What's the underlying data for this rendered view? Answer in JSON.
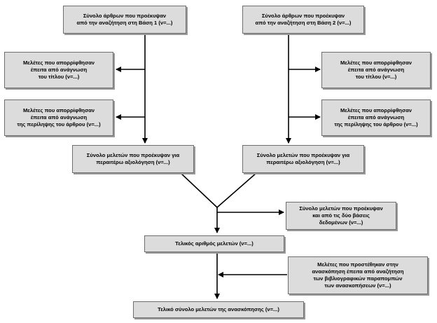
{
  "boxes": {
    "db1_total": "Σύνολο άρθρων που προέκυψαν\nαπό την αναζήτηση στη Βάση 1 (ν=...)",
    "db2_total": "Σύνολο άρθρων που προέκυψαν\nαπό την αναζήτηση στη Βάση 2 (ν=...)",
    "left_excl_title": "Μελέτες που απορρίφθησαν\nέπειτα από ανάγνωση\nτου τίτλου (ν=...)",
    "right_excl_title": "Μελέτες που απορρίφθησαν\nέπειτα από ανάγνωση\nτου τίτλου (ν=...)",
    "left_excl_abstract": "Μελέτες που απορρίφθησαν\nέπειτα από ανάγνωση\nτης περίληψης του άρθρου (ν=...)",
    "right_excl_abstract": "Μελέτες που απορρίφθησαν\nέπειτα από ανάγνωση\nτης περίληψης του άρθρου (ν=...)",
    "left_further_eval": "Σύνολο μελετών που προέκυψαν για\nπεραιτέρω αξιολόγηση  (ν=...)",
    "right_further_eval": "Σύνολο μελετών που προέκυψαν για\nπεραιτέρω αξιολόγηση  (ν=...)",
    "both_databases": "Σύνολο μελετών που προέκυψαν\nκαι από τις δύο βάσεις\nδεδομένων (ν=...)",
    "final_number": "Τελικός αριθμός μελετών  (ν=...)",
    "added_after_refs": "Μελέτες που προστέθηκαν στην\nανασκόπηση έπειτα από αναζήτηση\nτων βιβλιογραφικών παραπομπών\nτων ανασκοπήσεων (ν=...)",
    "final_set": "Τελικό σύνολο μελετών της ανασκόπησης (ν=...)"
  }
}
